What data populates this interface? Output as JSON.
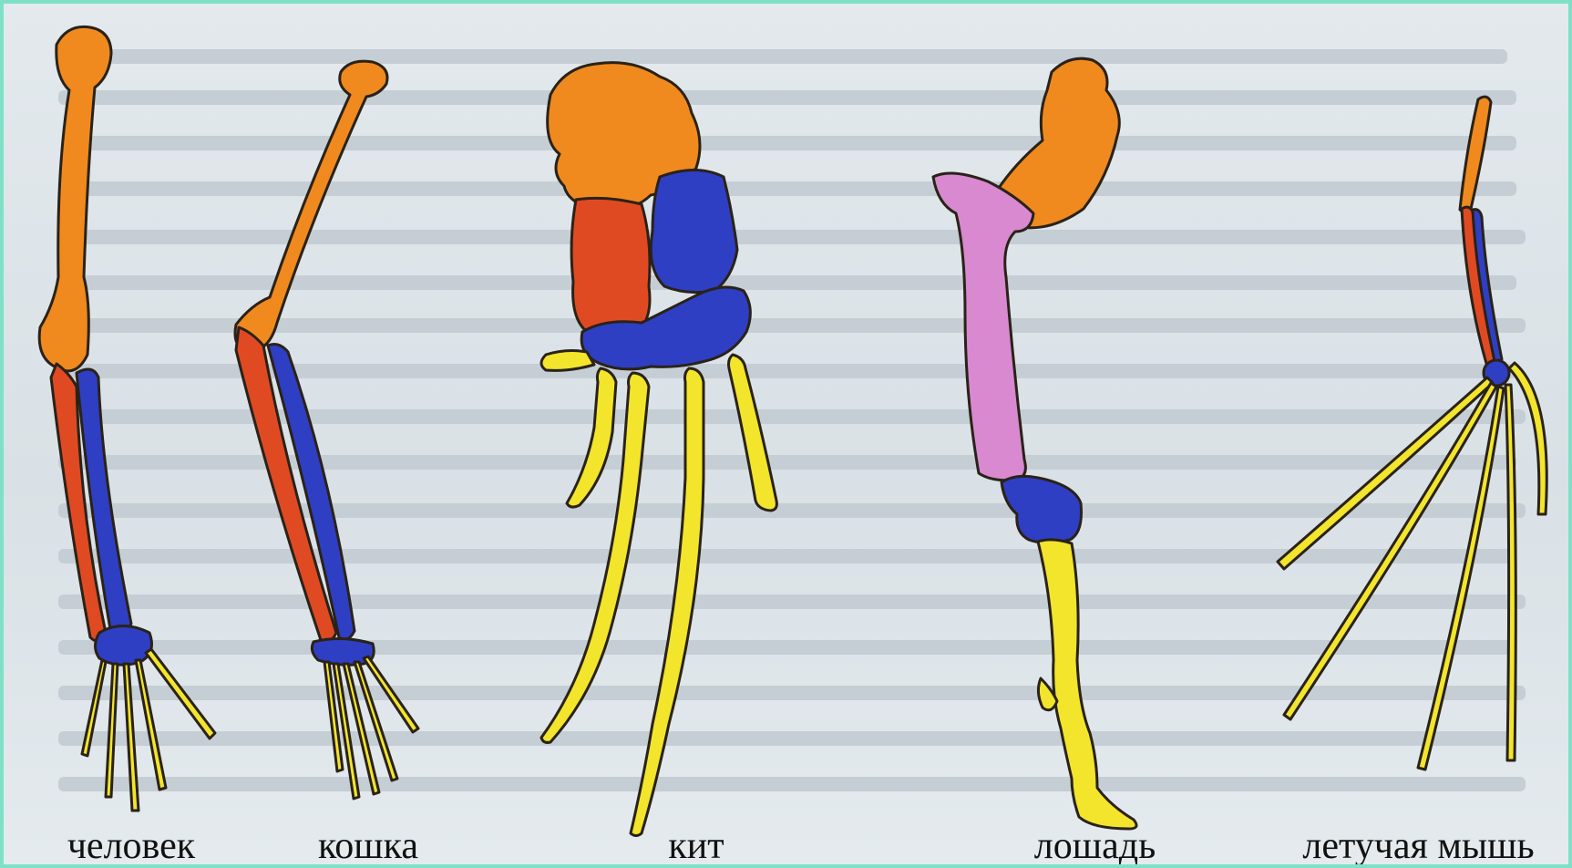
{
  "colors": {
    "humerus": "#f08a1e",
    "radius": "#e04a22",
    "ulna": "#2e3fc4",
    "carpals": "#2e3fc4",
    "phalanges": "#f2e52c",
    "horse_humerus": "#d889d0",
    "outline": "#2a2218",
    "background": "#dfe6ea",
    "border": "#7fe0c8"
  },
  "labels": {
    "human": "человек",
    "cat": "кошка",
    "whale": "кит",
    "horse": "лошадь",
    "bat": "летучая мышь"
  }
}
